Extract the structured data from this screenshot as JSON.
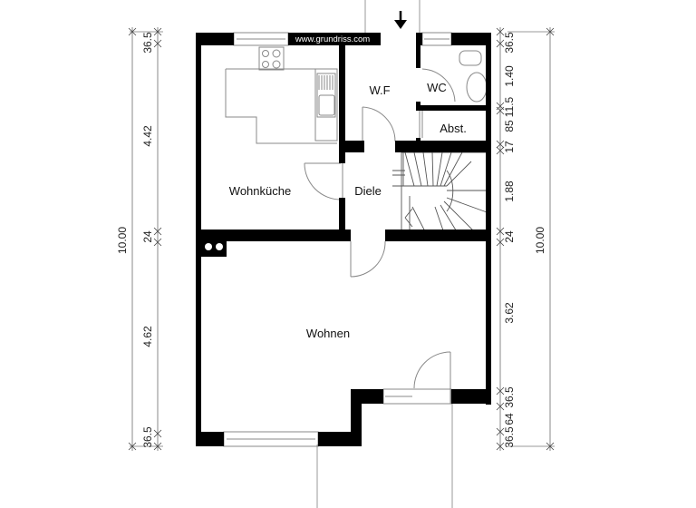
{
  "watermark": "www.grundriss.com",
  "entrance_arrow": "arrow-down",
  "rooms": {
    "wohnkueche": "Wohnküche",
    "wf": "W.F",
    "wc": "WC",
    "abst": "Abst.",
    "diele": "Diele",
    "wohnen": "Wohnen"
  },
  "dimensions": {
    "left_outer": "10.00",
    "left_inner": [
      "36.5",
      "4.42",
      "24",
      "4.62",
      "36.5"
    ],
    "right_inner": [
      "36.5",
      "1.40",
      "11.5",
      "85",
      "17",
      "1.88",
      "24",
      "3.62",
      "36.5",
      "64",
      "36.5"
    ],
    "right_outer": "10.00"
  },
  "colors": {
    "wall": "#000000",
    "line": "#808080",
    "background": "#ffffff"
  }
}
